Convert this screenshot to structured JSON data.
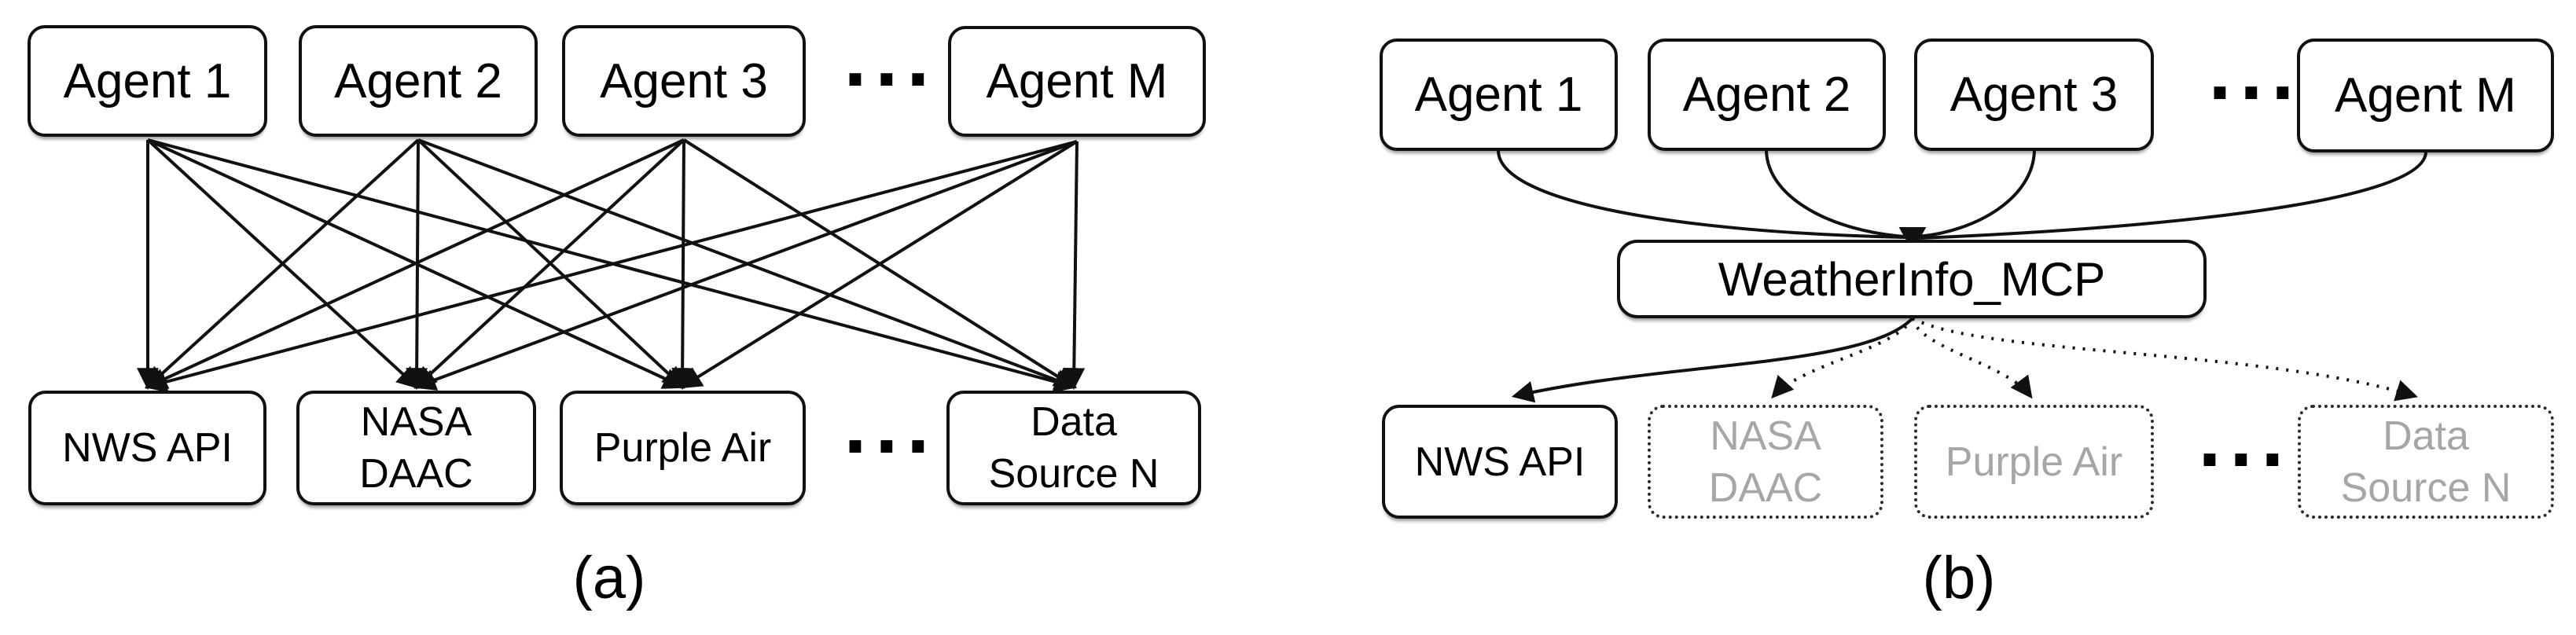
{
  "figure": {
    "panel_a": {
      "caption": "(a)",
      "agents": [
        "Agent 1",
        "Agent 2",
        "Agent 3",
        "Agent M"
      ],
      "ellipsis_top": "...",
      "ellipsis_bottom": "...",
      "sources": [
        "NWS API",
        "NASA\nDAAC",
        "Purple Air",
        "Data\nSource N"
      ]
    },
    "panel_b": {
      "caption": "(b)",
      "agents": [
        "Agent 1",
        "Agent 2",
        "Agent 3",
        "Agent M"
      ],
      "ellipsis_top": "...",
      "ellipsis_bottom": "...",
      "hub": "WeatherInfo_MCP",
      "sources": [
        {
          "label": "NWS API",
          "state": "active"
        },
        {
          "label": "NASA\nDAAC",
          "state": "inactive"
        },
        {
          "label": "Purple Air",
          "state": "inactive"
        },
        {
          "label": "Data\nSource N",
          "state": "inactive"
        }
      ]
    },
    "colors": {
      "line": "#111111",
      "box_border": "#111111",
      "active_text": "#000000",
      "inactive_text": "#a6a6a6",
      "background": "#ffffff"
    }
  }
}
